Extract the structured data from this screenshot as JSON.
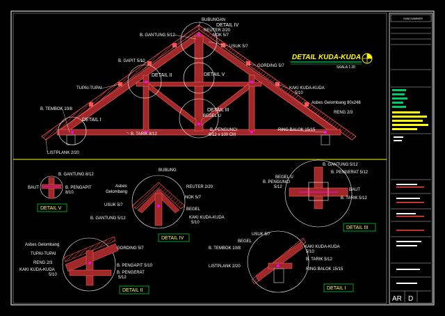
{
  "colors": {
    "background": "#000000",
    "border": "#ffffff",
    "divider": "#ffff00",
    "wood": "#b03030",
    "wood_edge": "#ff5555",
    "label": "#ffffff",
    "label_alt": "#ffff00",
    "detail_box": "#00cc33",
    "circle": "#ffffff",
    "bolt": "#ff00ff",
    "title_block_bar": "#ffff00"
  },
  "drawing": {
    "title": "DETAIL KUDA-KUDA",
    "scale": "SKALA 1:20"
  },
  "main_truss": {
    "labels": {
      "bubungan": "BUBUNGAN",
      "detail_iv": "DETAIL IV",
      "reuter": "REUTER 2/20",
      "nok": "NOK 5/7",
      "gantung": "B. GANTUNG 5/12",
      "usuk": "USUK 5/7",
      "gapit": "B. GAPIT 5/10",
      "detail_ii": "DETAIL II",
      "detail_v": "DETAIL V",
      "gording": "GORDING 5/7",
      "tupai": "TUPAI-TUPAI",
      "kaki_kuda": "KAKI KUDA-KUDA",
      "kaki_kuda_size": "5/10",
      "asbes": "Asbes Gelombang 80x248",
      "reng": "RENG 2/3",
      "tembok": "B. TEMBOK 10/8",
      "detail_i": "DETAIL I",
      "detail_iii": "DETAIL III",
      "begel": "BEGEL U",
      "pengunci": "B. PENGUNCI",
      "pengunci_size": "6/12 x 100 CM",
      "tarik": "B. TARIK 8/12",
      "ring_balok": "RING BALOK 15/15",
      "listplank": "LISTPLANK 2/20"
    }
  },
  "details": {
    "v": {
      "title": "DETAIL V",
      "gantung": "B. GANTUNG 8/12",
      "baut": "BAUT",
      "pengapit": "B. PENGAPIT",
      "pengapit_size": "8/10"
    },
    "iv": {
      "title": "DETAIL IV",
      "bubung": "BUBUNG",
      "asbes": "Asbes",
      "gelombang": "Gelombang",
      "reuter": "REUTER 2/20",
      "usuk": "USUK 5/7",
      "nok": "NOK 5/7",
      "begel": "BEGEL",
      "gantung": "B. GANTUNG 5/12",
      "kaki": "KAKI KUDA-KUDA",
      "kaki_size": "5/10"
    },
    "iii": {
      "title": "DETAIL III",
      "gantung": "B. GANTUNG 5/12",
      "pengerat": "B. PENGERAT 5/12",
      "begel": "BEGEL U",
      "pengunci": "B. PENGUNCI",
      "pengunci_size": "5/12",
      "baut": "BAUT",
      "tarik": "B. TARIK 5/12"
    },
    "ii": {
      "title": "DETAIL II",
      "asbes": "Asbes Gelombang",
      "tupai": "TUPAI-TUPAI",
      "reng": "RENG 2/3",
      "kaki": "KAKI KUDA-KUDA",
      "kaki_size": "5/10",
      "gording": "GORDING 5/7",
      "pengapit": "B. PENGAPIT 5/10",
      "pengerat": "B. PENGERAT",
      "pengerat_size": "5/12"
    },
    "i": {
      "title": "DETAIL I",
      "usuk": "USUK 5/7",
      "begel": "BEGEL",
      "tembok": "B. TEMBOK 10/8",
      "kaki": "KAKI KUDA-KUDA",
      "kaki_size": "5/10",
      "listplank": "LISTPLANK 2/20",
      "tarik": "B. TARIK 5/12",
      "ring": "RING BALOK 15/15"
    }
  },
  "title_block": {
    "header": "GAM DAMMER",
    "drawing_code": "AR",
    "sheet": "D"
  }
}
